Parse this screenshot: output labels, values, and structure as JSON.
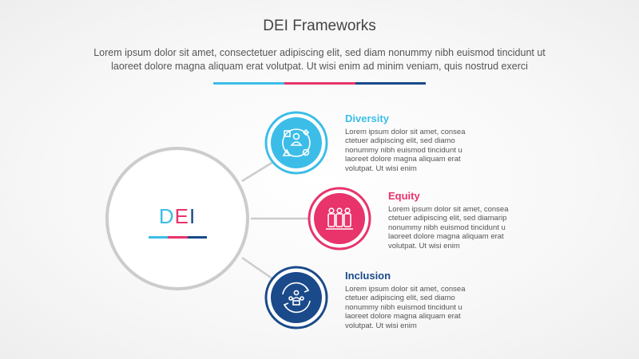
{
  "header": {
    "title": "DEI Frameworks",
    "subtitle_line1": "Lorem ipsum dolor sit amet, consectetuer adipiscing elit, sed diam nonummy nibh euismod tincidunt ut",
    "subtitle_line2": "laoreet dolore magna aliquam erat volutpat. Ut wisi enim ad minim veniam, quis nostrud exerci"
  },
  "center": {
    "letters": [
      "D",
      "E",
      "I"
    ]
  },
  "colors": {
    "diversity": "#3bbde8",
    "equity": "#e8336b",
    "inclusion": "#1a4a8a",
    "ring": "#cccccc"
  },
  "items": [
    {
      "heading": "Diversity",
      "icon": "diversity-shapes-icon",
      "lines": [
        "Lorem ipsum dolor sit amet, consea",
        "ctetuer adipiscing elit, sed diamo",
        "nonummy nibh euismod tincidunt u",
        "laoreet dolore magna aliquam erat",
        "volutpat. Ut wisi enim"
      ]
    },
    {
      "heading": "Equity",
      "icon": "equal-people-icon",
      "lines": [
        "Lorem ipsum dolor sit amet, consea",
        "ctetuer adipiscing elit, sed diamarip",
        "nonummy nibh euismod tincidunt u",
        "laoreet dolore magna aliquam erat",
        "volutpat. Ut wisi enim"
      ]
    },
    {
      "heading": "Inclusion",
      "icon": "inclusion-people-cycle-icon",
      "lines": [
        "Lorem ipsum dolor sit amet, consea",
        "ctetuer adipiscing elit, sed diamo",
        "nonummy nibh euismod tincidunt u",
        "laoreet dolore magna aliquam erat",
        "volutpat. Ut wisi enim"
      ]
    }
  ]
}
